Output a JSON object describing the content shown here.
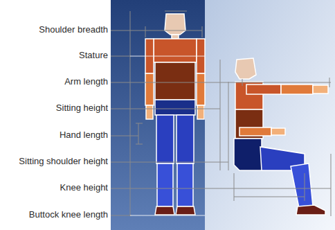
{
  "diagram": {
    "labels": [
      "Shoulder breadth",
      "Stature",
      "Arm length",
      "Sitting height",
      "Hand length",
      "Sitting shoulder height",
      "Knee height",
      "Buttock knee length"
    ]
  }
}
